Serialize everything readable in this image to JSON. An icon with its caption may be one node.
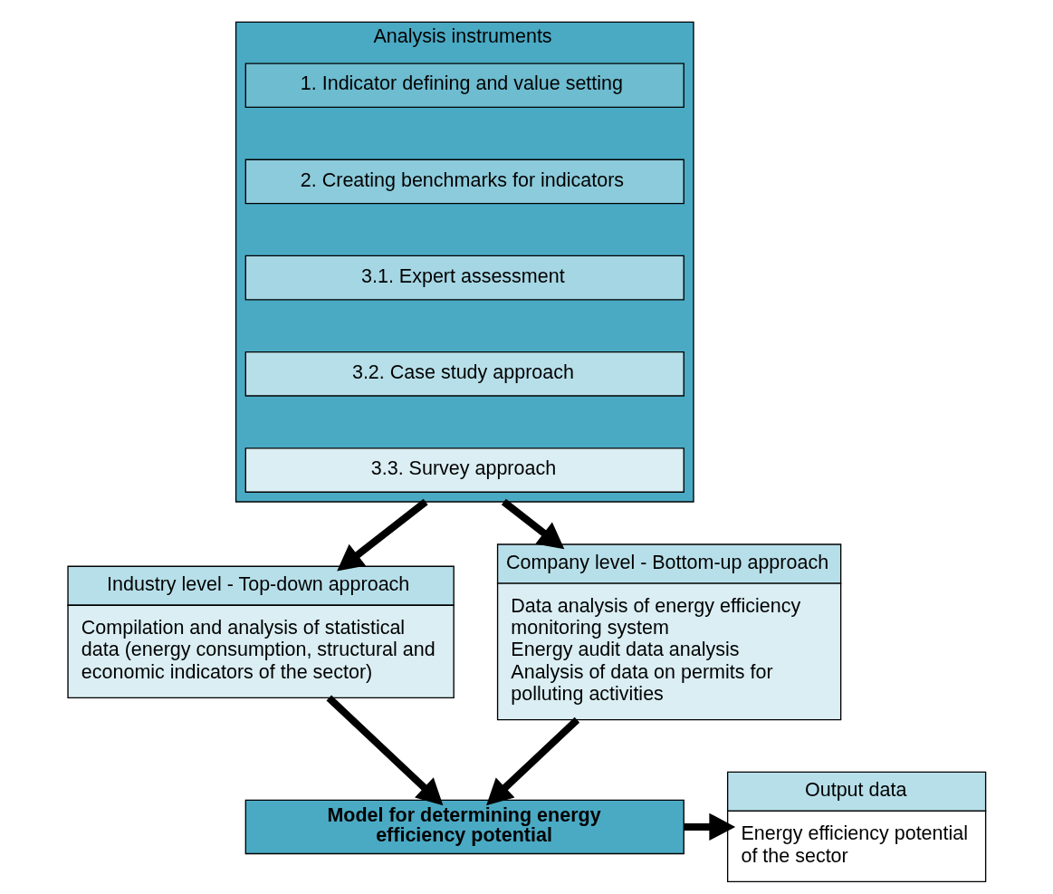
{
  "diagram": {
    "nodes": [
      {
        "text": [
          "Analysis instruments"
        ]
      },
      {
        "text": [
          "1. Indicator defining and value setting"
        ],
        "in": 0
      },
      {
        "text": [
          "2. Creating benchmarks for indicators"
        ],
        "in": 0
      },
      {
        "text": [
          "3.1. Expert assessment"
        ],
        "in": 0
      },
      {
        "text": [
          "3.2. Case study approach"
        ],
        "in": 0
      },
      {
        "text": [
          "3.3. Survey approach"
        ],
        "in": 0
      },
      {
        "text": [
          "Industry level - Top-down approach",
          "Compilation and analysis of statistical data (energy consumption, structural and economic indicators of the sector)"
        ]
      },
      {
        "text": [
          "Company level - Bottom-up approach",
          "Data analysis of energy efficiency monitoring system",
          "Energy audit data analysis",
          "Analysis of data on permits for polluting activities"
        ]
      },
      {
        "text": [
          "Model for determining energy efficiency potential"
        ]
      },
      {
        "text": [
          "Output data",
          "Energy efficiency potential of the sector"
        ]
      }
    ],
    "edges": [
      {
        "from": 0,
        "to": 6,
        "arrow": "to"
      },
      {
        "from": 0,
        "to": 7,
        "arrow": "to"
      },
      {
        "from": 6,
        "to": 8,
        "arrow": "to"
      },
      {
        "from": 7,
        "to": 8,
        "arrow": "to"
      },
      {
        "from": 8,
        "to": 9,
        "arrow": "to"
      }
    ]
  }
}
